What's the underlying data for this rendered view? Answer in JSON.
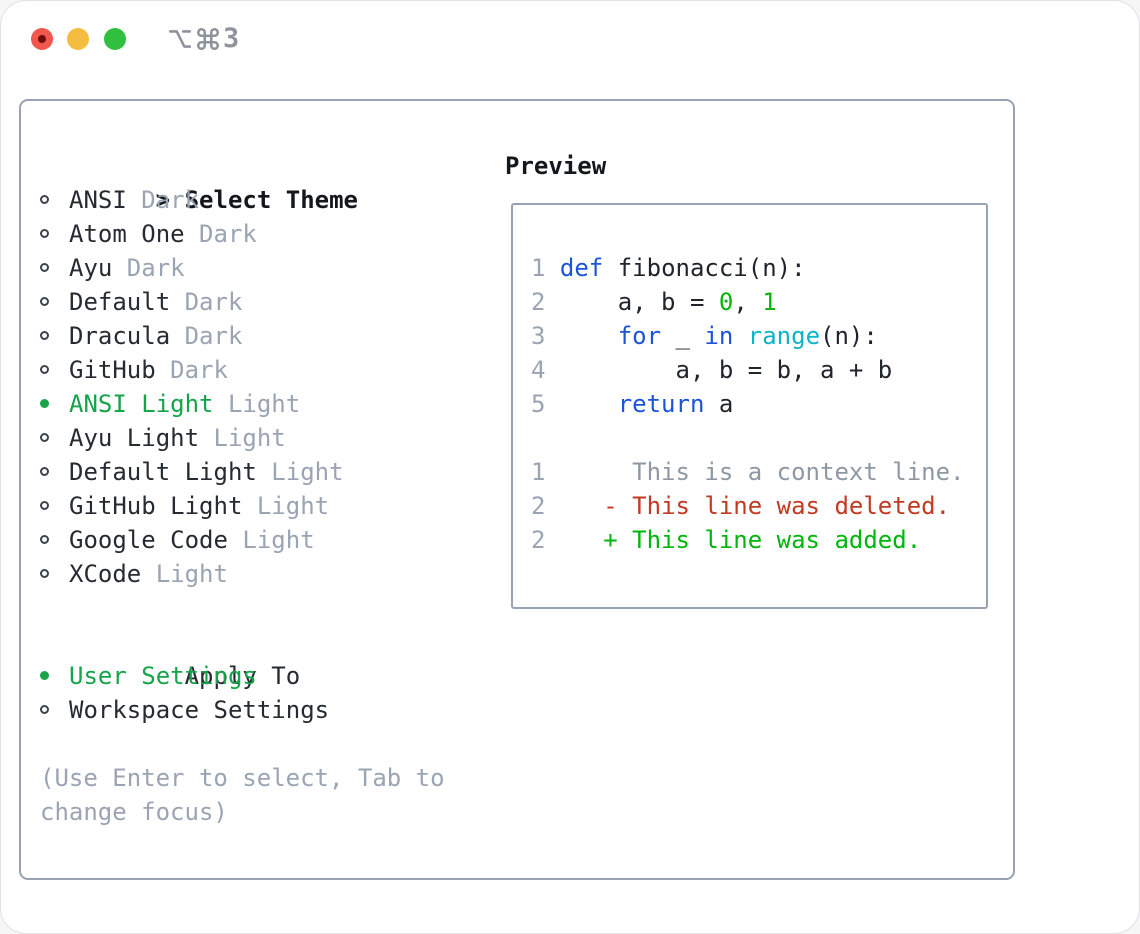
{
  "window": {
    "title": "⌥⌘3",
    "title_number": "3"
  },
  "theme_list": {
    "header_marker": ">",
    "header_label": "Select Theme",
    "items": [
      {
        "name": "ANSI",
        "tag": "Dark",
        "selected": false
      },
      {
        "name": "Atom One",
        "tag": "Dark",
        "selected": false
      },
      {
        "name": "Ayu",
        "tag": "Dark",
        "selected": false
      },
      {
        "name": "Default",
        "tag": "Dark",
        "selected": false
      },
      {
        "name": "Dracula",
        "tag": "Dark",
        "selected": false
      },
      {
        "name": "GitHub",
        "tag": "Dark",
        "selected": false
      },
      {
        "name": "ANSI Light",
        "tag": "Light",
        "selected": true
      },
      {
        "name": "Ayu Light",
        "tag": "Light",
        "selected": false
      },
      {
        "name": "Default Light",
        "tag": "Light",
        "selected": false
      },
      {
        "name": "GitHub Light",
        "tag": "Light",
        "selected": false
      },
      {
        "name": "Google Code",
        "tag": "Light",
        "selected": false
      },
      {
        "name": "XCode",
        "tag": "Light",
        "selected": false
      }
    ]
  },
  "apply_to": {
    "label": "Apply To",
    "options": [
      {
        "label": "User Settings",
        "selected": true
      },
      {
        "label": "Workspace Settings",
        "selected": false
      }
    ]
  },
  "help_text": "(Use Enter to select, Tab to change focus)",
  "preview": {
    "title": "Preview",
    "lines": [
      {
        "num": "1",
        "tokens": [
          {
            "t": "def",
            "c": "kw"
          },
          {
            "t": " fibonacci(n):",
            "c": "fg"
          }
        ]
      },
      {
        "num": "2",
        "tokens": [
          {
            "t": "    a, b = ",
            "c": "fg"
          },
          {
            "t": "0",
            "c": "num"
          },
          {
            "t": ", ",
            "c": "fg"
          },
          {
            "t": "1",
            "c": "num"
          }
        ]
      },
      {
        "num": "3",
        "tokens": [
          {
            "t": "    ",
            "c": "fg"
          },
          {
            "t": "for",
            "c": "kw"
          },
          {
            "t": " _ ",
            "c": "fg"
          },
          {
            "t": "in",
            "c": "kw"
          },
          {
            "t": " ",
            "c": "fg"
          },
          {
            "t": "range",
            "c": "fn"
          },
          {
            "t": "(n):",
            "c": "fg"
          }
        ]
      },
      {
        "num": "4",
        "tokens": [
          {
            "t": "        a, b = b, a + b",
            "c": "fg"
          }
        ]
      },
      {
        "num": "5",
        "tokens": [
          {
            "t": "    ",
            "c": "fg"
          },
          {
            "t": "return",
            "c": "kw"
          },
          {
            "t": " a",
            "c": "fg"
          }
        ]
      },
      {
        "num": "",
        "tokens": []
      },
      {
        "num": "1",
        "tokens": [
          {
            "t": "     This is a context line.",
            "c": "ctx"
          }
        ]
      },
      {
        "num": "2",
        "tokens": [
          {
            "t": "   ",
            "c": "fg"
          },
          {
            "t": "- This line was deleted.",
            "c": "del"
          }
        ]
      },
      {
        "num": "2",
        "tokens": [
          {
            "t": "   ",
            "c": "fg"
          },
          {
            "t": "+ This line was added.",
            "c": "add"
          }
        ]
      }
    ]
  },
  "colors": {
    "kw": "#1c53d8",
    "num": "#07b507",
    "fn": "#0cb3c9",
    "fg": "#20252b",
    "ctx": "#8e98a3",
    "del": "#c13a22",
    "add": "#00b50b",
    "green": "#17a34a",
    "muted": "#9aa4b2",
    "text": "#262b31",
    "border": "#99a2b0",
    "title": "#8f949c",
    "btn_red": "#f2574e",
    "btn_red_dot": "#700f08",
    "btn_yellow": "#f5bd40",
    "btn_green": "#30bf3f"
  }
}
